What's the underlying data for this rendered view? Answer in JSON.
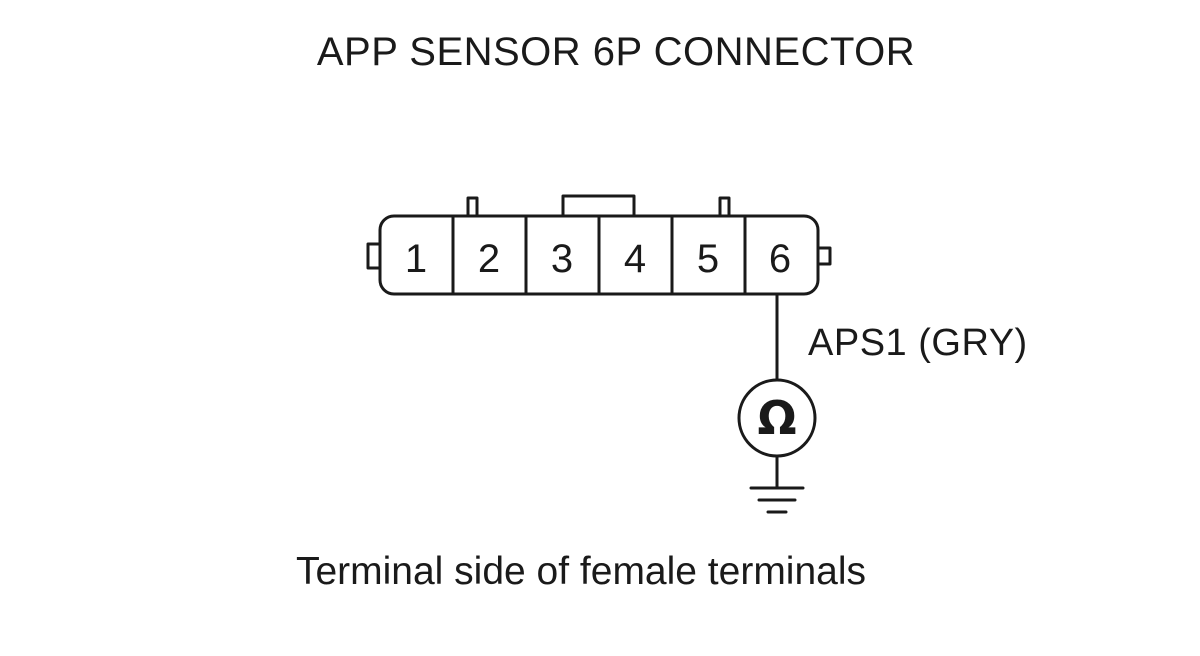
{
  "title": "APP SENSOR 6P CONNECTOR",
  "connector": {
    "pins": [
      "1",
      "2",
      "3",
      "4",
      "5",
      "6"
    ]
  },
  "wire": {
    "pin": "6",
    "label": "APS1 (GRY)"
  },
  "meter": {
    "symbol": "Ω",
    "icon": "ohmmeter-icon"
  },
  "ground": {
    "icon": "ground-icon"
  },
  "caption": "Terminal side of female terminals"
}
